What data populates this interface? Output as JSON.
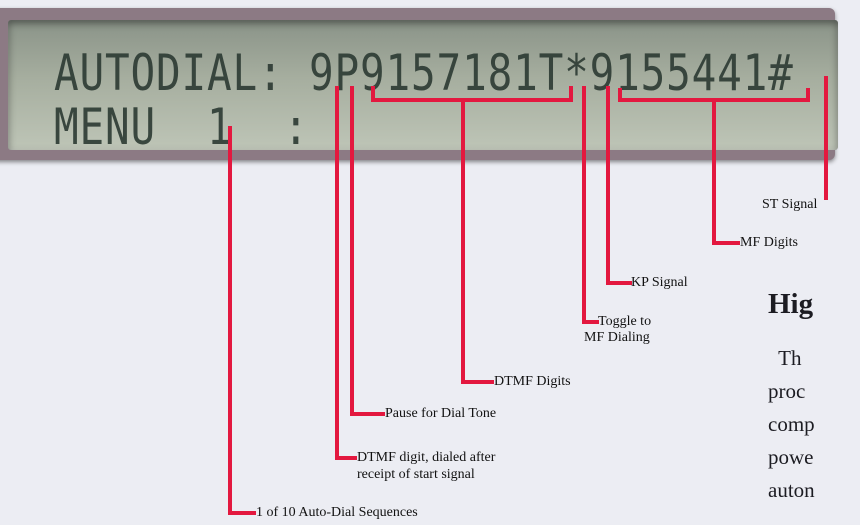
{
  "colors": {
    "callout": "#e3183f",
    "lcd_text": "#2c3a33",
    "frame": "#8c7a84"
  },
  "lcd": {
    "line1": "AUTODIAL: 9P9157181T*9155441#",
    "line2": "MENU  1  :"
  },
  "labels": {
    "st_signal": "ST Signal",
    "mf_digits": "MF Digits",
    "kp_signal": "KP Signal",
    "toggle_line1": "Toggle to",
    "toggle_line2": "MF Dialing",
    "dtmf_digits": "DTMF Digits",
    "pause": "Pause for Dial Tone",
    "dtmf_digit_line1": "DTMF digit, dialed after",
    "dtmf_digit_line2": "receipt of start signal",
    "sequences": "1 of 10 Auto-Dial Sequences"
  },
  "side_text": {
    "heading": "Hig",
    "lines": [
      "  Th",
      "proc",
      "comp",
      "powe",
      "auton"
    ]
  }
}
